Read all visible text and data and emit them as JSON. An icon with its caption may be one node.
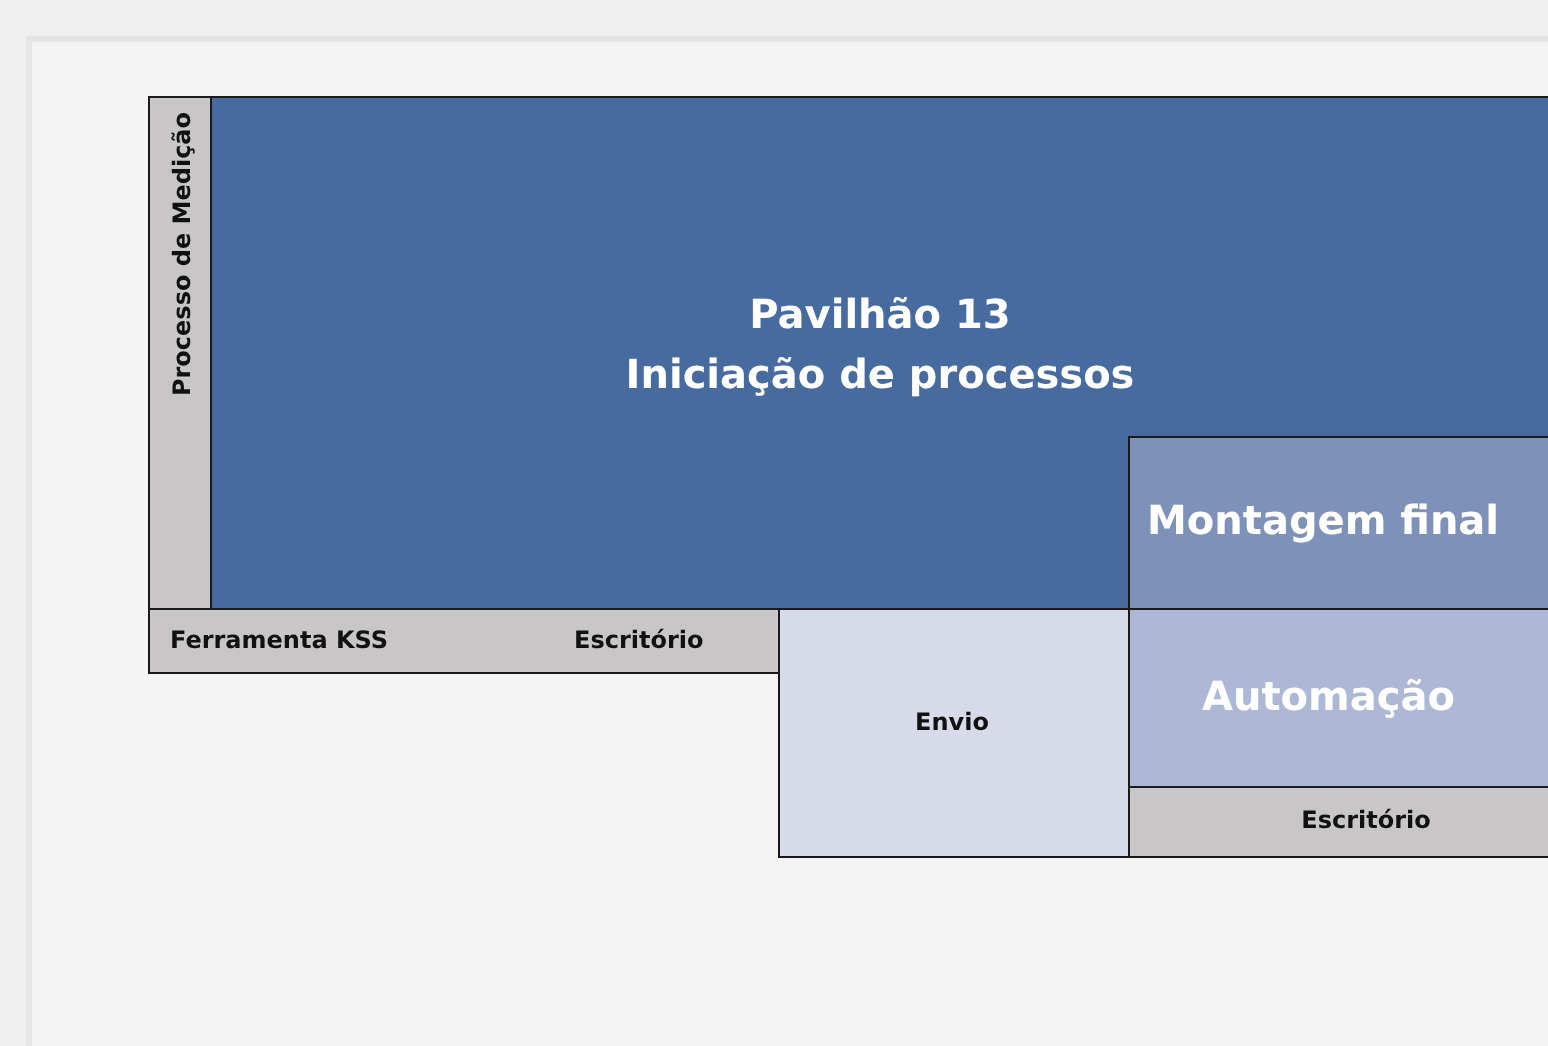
{
  "diagram": {
    "nodes": [
      {
        "text": [
          "Processo de Medição"
        ]
      },
      {
        "text": [
          "Pavilhão 13",
          "Iniciação de processos"
        ]
      },
      {
        "text": [
          "Montagem final"
        ],
        "in": 1
      },
      {
        "text": [
          "Ferramenta KSS",
          "Escritório"
        ]
      },
      {
        "text": [
          "Envio"
        ]
      },
      {
        "text": [
          "Automação"
        ]
      },
      {
        "text": [
          "Escritório"
        ]
      }
    ]
  }
}
